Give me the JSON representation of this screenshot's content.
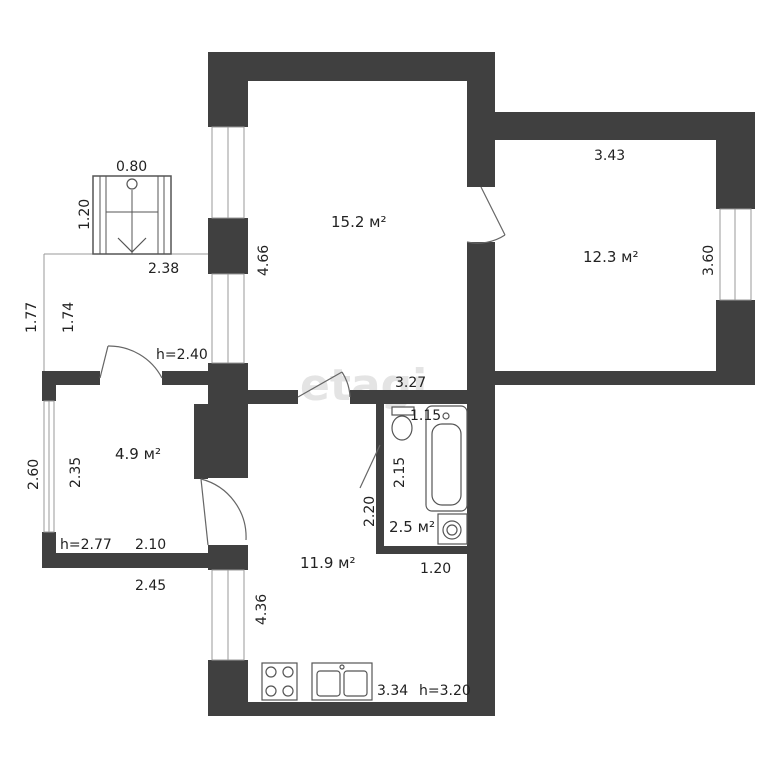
{
  "watermark": "etagi",
  "colors": {
    "wall": "#404040",
    "fixture": "#555555",
    "window": "#999999",
    "background": "#ffffff"
  },
  "rooms": [
    {
      "id": "room-big",
      "area": "15.2 м²"
    },
    {
      "id": "room-right",
      "area": "12.3 м²"
    },
    {
      "id": "room-small",
      "area": "4.9 м²"
    },
    {
      "id": "kitchen",
      "area": "11.9 м²"
    },
    {
      "id": "bathroom",
      "area": "2.5 м²"
    }
  ],
  "dimensions": {
    "big_width": "3.27",
    "big_height": "4.66",
    "right_width": "3.43",
    "right_height": "3.60",
    "small_height_outer": "2.60",
    "small_height_inner": "2.35",
    "small_width_inner": "2.10",
    "small_width_outer": "2.45",
    "small_ceiling": "h=2.77",
    "balcony_width": "2.38",
    "balcony_height_outer": "1.77",
    "balcony_height_inner": "1.74",
    "balcony_ceiling": "h=2.40",
    "lift_width": "0.80",
    "lift_height": "1.20",
    "bath_width_top": "1.15",
    "bath_width_bottom": "1.20",
    "bath_height_left": "2.20",
    "bath_height_inner": "2.15",
    "kitchen_height": "4.36",
    "kitchen_width": "3.34",
    "kitchen_ceiling": "h=3.20"
  }
}
